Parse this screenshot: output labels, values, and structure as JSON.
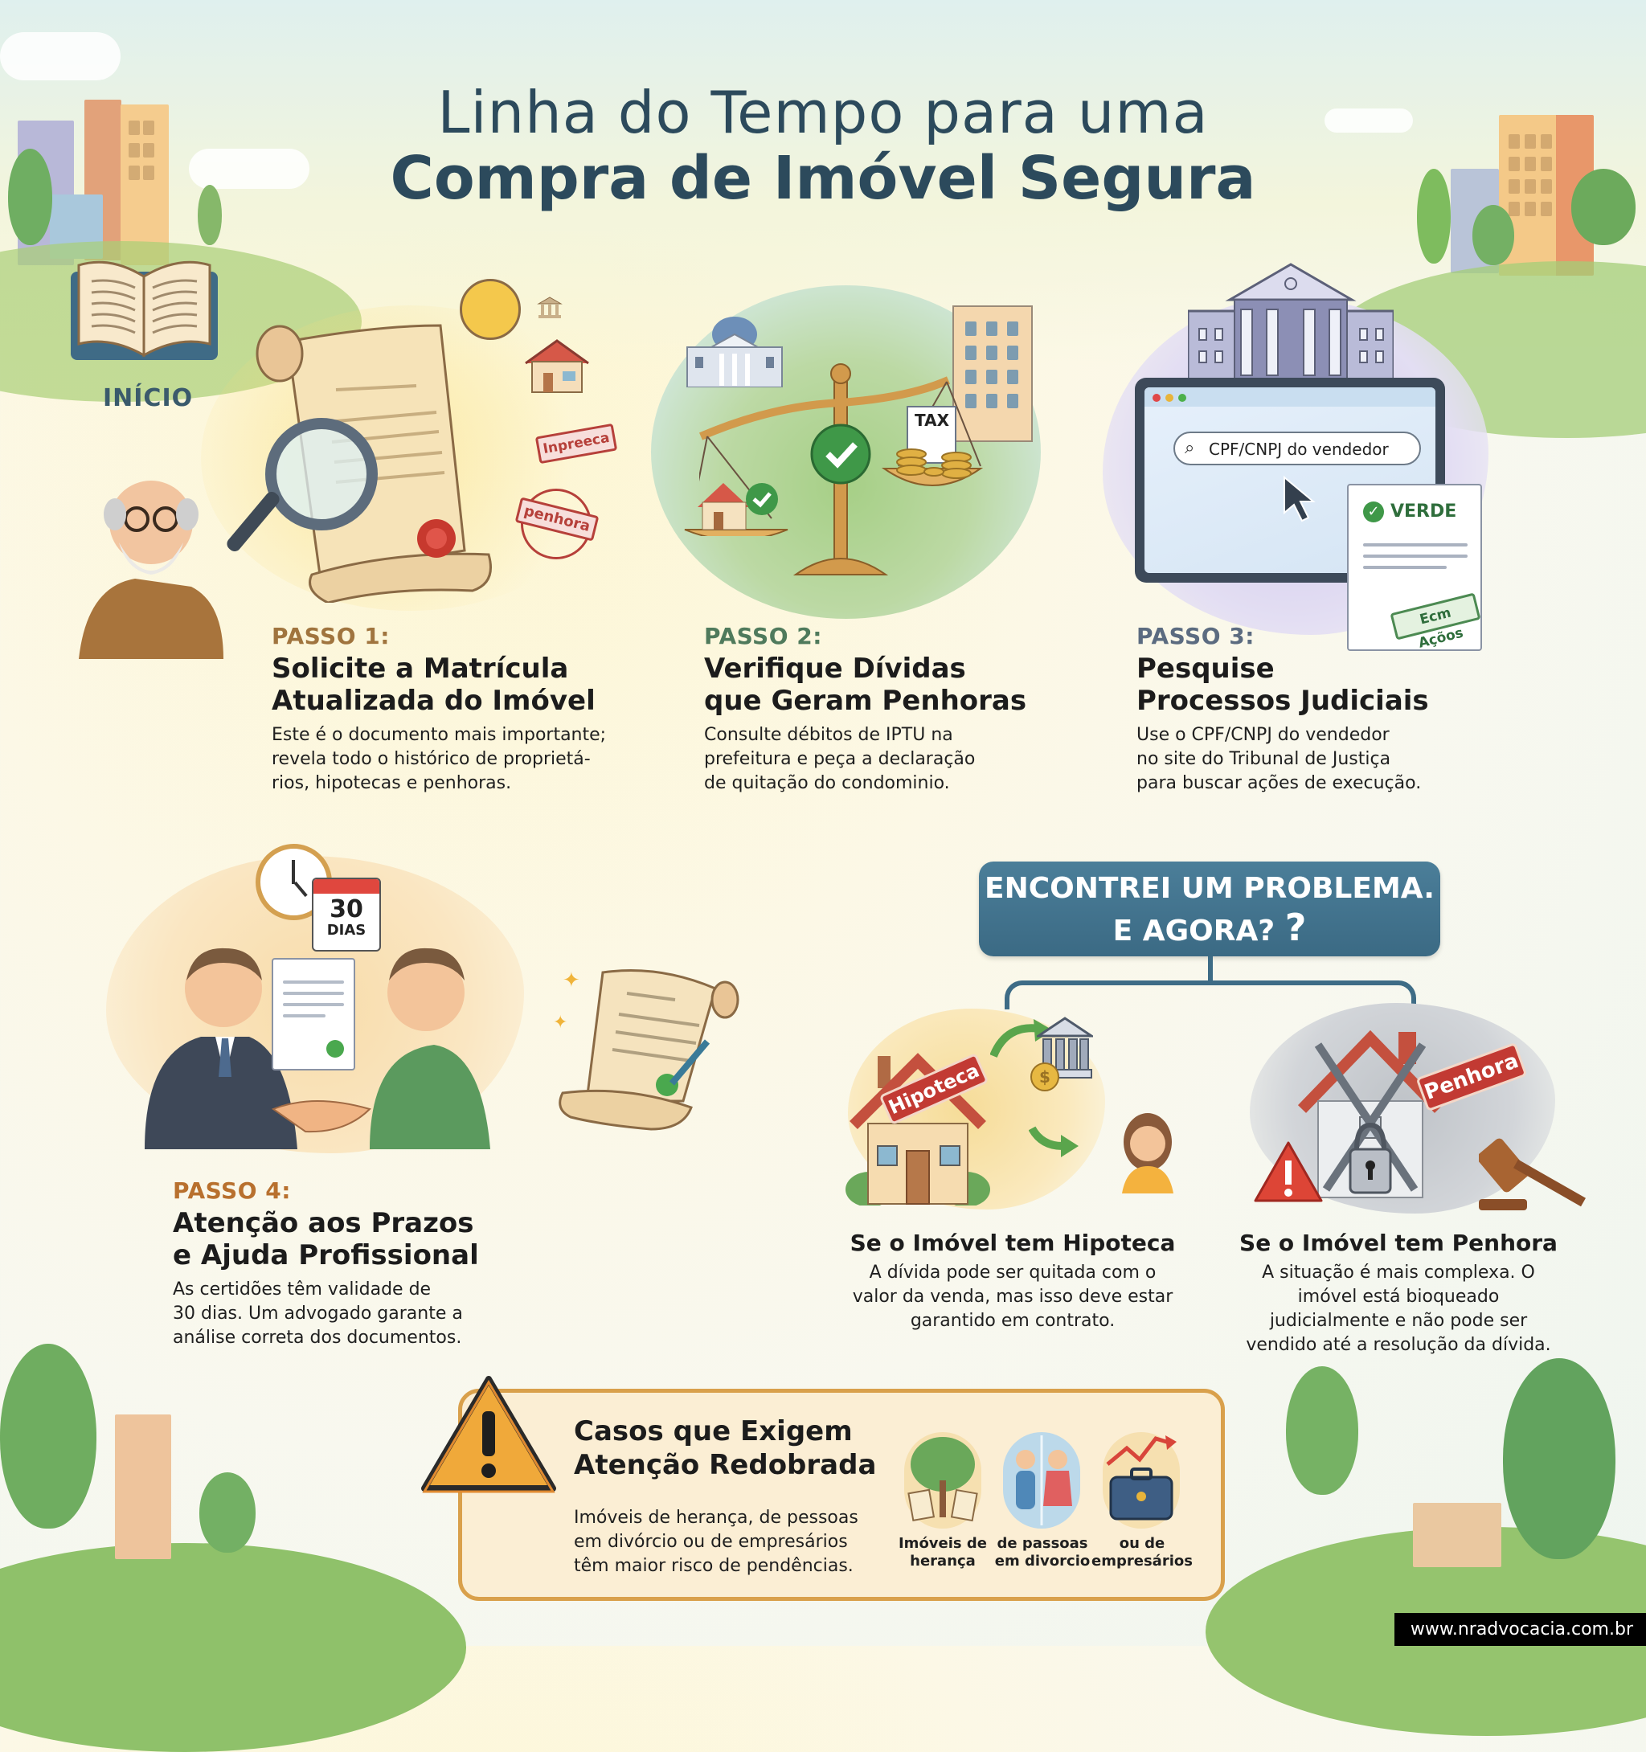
{
  "title": {
    "line1": "Linha do Tempo para uma",
    "line2": "Compra de Imóvel Segura"
  },
  "start": {
    "label": "INÍCIO",
    "icon": "open-book-icon"
  },
  "steps": [
    {
      "label": "PASSO 1:",
      "title_line1": "Solicite a Matrícula",
      "title_line2": "Atualizada do Imóvel",
      "desc_line1": "Este é o documento mais importante;",
      "desc_line2": "revela todo o histórico de proprietá-",
      "desc_line3": "rios, hipotecas e penhoras.",
      "color": "#a0743e",
      "stamps": [
        "Inpreeca",
        "penhora"
      ]
    },
    {
      "label": "PASSO 2:",
      "title_line1": "Verifique Dívidas",
      "title_line2": "que Geram Penhoras",
      "desc_line1": "Consulte débitos de IPTU na",
      "desc_line2": "prefeitura e peça a declaração",
      "desc_line3": "de quitação do condominio.",
      "color": "#4f7a5c",
      "tax_label": "TAX"
    },
    {
      "label": "PASSO 3:",
      "title_line1": "Pesquise",
      "title_line2": "Processos Judiciais",
      "desc_line1": "Use o CPF/CNPJ do vendedor",
      "desc_line2": "no site do Tribunal de Justiça",
      "desc_line3": "para buscar ações de execução.",
      "color": "#5b6b80",
      "search_text": "CPF/CNPJ do vendedor",
      "doc_status": "VERDE",
      "stamp": "Ecm Açõos"
    },
    {
      "label": "PASSO 4:",
      "title_line1": "Atenção aos Prazos",
      "title_line2": "e Ajuda Profissional",
      "desc_line1": "As certidões têm validade de",
      "desc_line2": "30 dias. Um advogado garante a",
      "desc_line3": "análise correta dos documentos.",
      "color": "#b8702e",
      "calendar_number": "30",
      "calendar_unit": "DIAS"
    }
  ],
  "problem": {
    "line1": "ENCONTREI UM PROBLEMA.",
    "line2": "E AGORA?",
    "mark": "?",
    "color": "#3f6f89"
  },
  "cases": [
    {
      "badge": "Hipoteca",
      "title": "Se o Imóvel tem Hipoteca",
      "desc_line1": "A dívida pode ser quitada com o",
      "desc_line2": "valor da venda, mas isso deve estar",
      "desc_line3": "garantido em contrato."
    },
    {
      "badge": "Penhora",
      "title": "Se o Imóvel tem Penhora",
      "desc_line1": "A situação é mais complexa. O",
      "desc_line2": "imóvel está bioqueado",
      "desc_line3": "judicialmente e não pode ser",
      "desc_line4": "vendido até a resolução da dívida."
    }
  ],
  "warning": {
    "title_line1": "Casos que Exigem",
    "title_line2": "Atenção Redobrada",
    "desc_line1": "Imóveis de herança, de pessoas",
    "desc_line2": "em divórcio ou de empresários",
    "desc_line3": "têm maior risco de pendências.",
    "items": [
      {
        "line1": "Imóveis de",
        "line2": "herança",
        "icon": "tree-inheritance-icon"
      },
      {
        "line1": "de passoas",
        "line2": "em divorcio",
        "icon": "couple-divorce-icon"
      },
      {
        "line1": "ou de",
        "line2": "empresários",
        "icon": "briefcase-growth-icon"
      }
    ]
  },
  "footer": {
    "url": "www.nradvocacia.com.br"
  }
}
